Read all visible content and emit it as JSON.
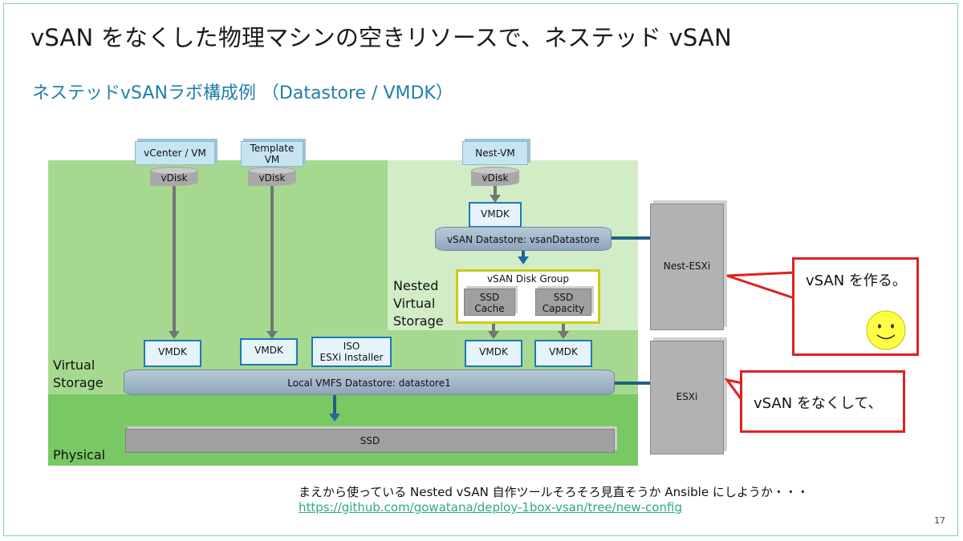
{
  "slide": {
    "title": "vSAN をなくした物理マシンの空きリソースで、ネステッド vSAN",
    "subtitle": "ネステッドvSANラボ構成例 （Datastore / VMDK）",
    "page_number": "17"
  },
  "zones": {
    "nested_virtual_storage": "Nested\nVirtual\nStorage",
    "virtual_storage": "Virtual\nStorage",
    "physical": "Physical"
  },
  "vms": {
    "vcenter": "vCenter / VM",
    "template": "Template\nVM",
    "nest": "Nest-VM"
  },
  "vdisk_label": "vDisk",
  "vmdk_label": "VMDK",
  "iso_label": "ISO\nESXi Installer",
  "datastores": {
    "vsan": "vSAN Datastore: vsanDatastore",
    "local": "Local VMFS Datastore: datastore1"
  },
  "disk_group": {
    "title": "vSAN Disk Group",
    "cache": "SSD\nCache",
    "capacity": "SSD\nCapacity"
  },
  "ssd_label": "SSD",
  "hosts": {
    "nest_esxi": "Nest-ESXi",
    "esxi": "ESXi"
  },
  "callouts": {
    "top": "vSAN を作る。",
    "bottom": "vSAN をなくして、"
  },
  "footer": {
    "text": "まえから使っている Nested vSAN 自作ツールそろそろ見直そうか Ansible にしようか・・・",
    "link": "https://github.com/gowatana/deploy-1box-vsan/tree/new-config"
  },
  "colors": {
    "title_blue": "#1f7fa8",
    "callout_red": "#e02020",
    "link_green": "#2aa88a",
    "smiley_yellow": "#ffff44"
  }
}
